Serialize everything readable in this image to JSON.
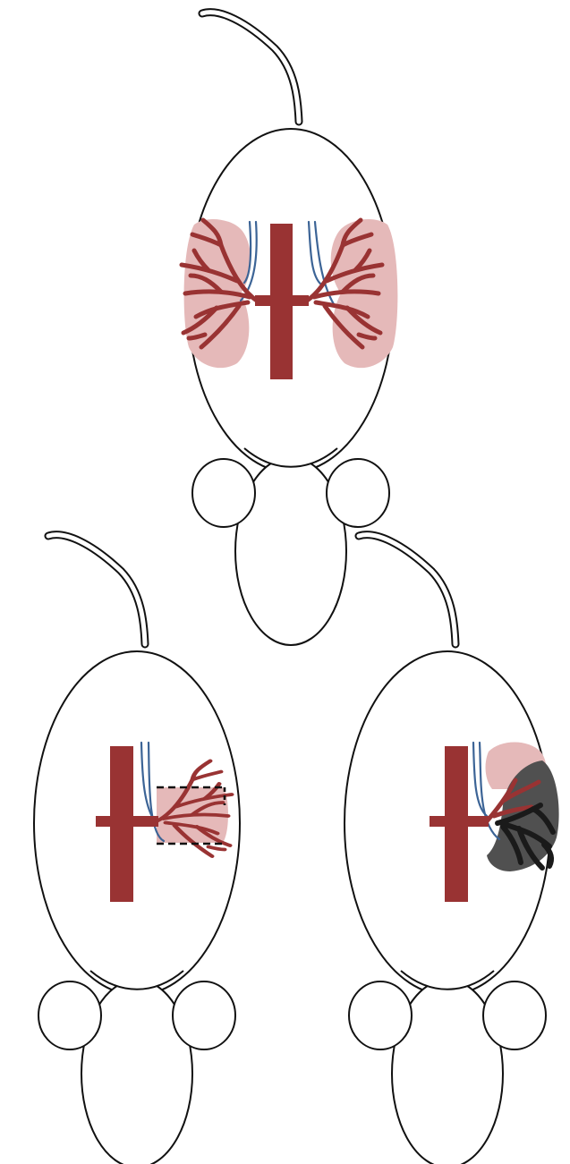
{
  "diagram": {
    "colors": {
      "outline": "#111111",
      "background": "#ffffff",
      "artery": "#993333",
      "kidney": "#e5b9b9",
      "ureter": "#3c6496",
      "infarct": "#505050",
      "infarct_vessel": "#1a1a1a",
      "cut_line": "#111111"
    },
    "panels": [
      {
        "id": "intact",
        "kidneys": [
          "left-kidney",
          "right-kidney"
        ],
        "state": "two kidneys"
      },
      {
        "id": "partial-resection",
        "kidneys": [
          "right-kidney"
        ],
        "state": "cut lines on remaining kidney"
      },
      {
        "id": "partial-infarction",
        "kidneys": [
          "right-kidney"
        ],
        "state": "infarcted lower portion"
      }
    ]
  }
}
